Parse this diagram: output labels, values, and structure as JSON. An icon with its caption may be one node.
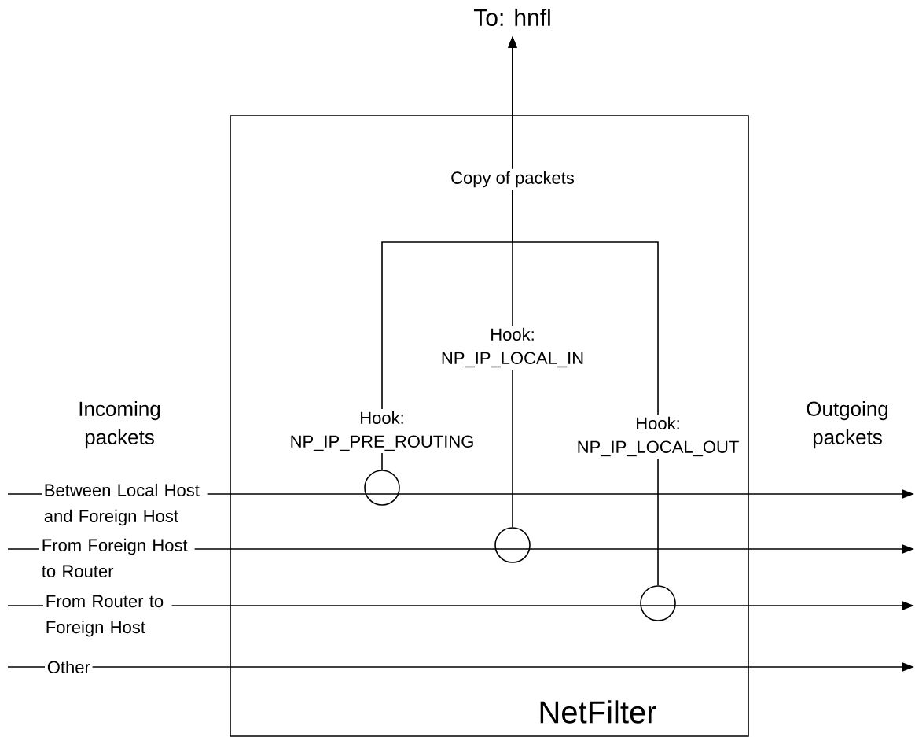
{
  "diagram": {
    "nodes": [
      {
        "text": [
          "NetFilter"
        ]
      },
      {
        "text": [
          "To: hnfl"
        ]
      },
      {
        "text": [
          "Hook: NP_IP_PRE_ROUTING"
        ],
        "in": 0
      },
      {
        "text": [
          "Hook: NP_IP_LOCAL_IN"
        ],
        "in": 0
      },
      {
        "text": [
          "Hook: NP_IP_LOCAL_OUT"
        ],
        "in": 0
      },
      {
        "text": [],
        "shape": "circle",
        "in": 0
      },
      {
        "text": [],
        "shape": "circle",
        "in": 0
      },
      {
        "text": [],
        "shape": "circle",
        "in": 0
      },
      {
        "text": [
          "Between Local Host and Foreign Host"
        ]
      },
      {
        "text": [
          "From Foreign Host to Router"
        ]
      },
      {
        "text": [
          "From Router to Foreign Host"
        ]
      },
      {
        "text": [
          "Other"
        ]
      }
    ],
    "edges": [
      {
        "from": 2,
        "to": 1,
        "arrow": "to"
      },
      {
        "from": 3,
        "to": 1,
        "arrow": "to",
        "label": "Copy of packets"
      },
      {
        "from": 4,
        "to": 1,
        "arrow": "to"
      },
      {
        "from": 5,
        "to": 2,
        "arrow": "none"
      },
      {
        "from": 6,
        "to": 3,
        "arrow": "none"
      },
      {
        "from": 7,
        "to": 4,
        "arrow": "none"
      },
      {
        "from": null,
        "to": 8,
        "arrow": "none"
      },
      {
        "from": 8,
        "to": null,
        "arrow": "to"
      },
      {
        "from": null,
        "to": 9,
        "arrow": "none"
      },
      {
        "from": 9,
        "to": null,
        "arrow": "to"
      },
      {
        "from": null,
        "to": 10,
        "arrow": "none"
      },
      {
        "from": 10,
        "to": null,
        "arrow": "to"
      },
      {
        "from": null,
        "to": 11,
        "arrow": "none"
      },
      {
        "from": 11,
        "to": null,
        "arrow": "to"
      }
    ],
    "labels": [
      "Incoming packets",
      "Outgoing packets"
    ]
  }
}
